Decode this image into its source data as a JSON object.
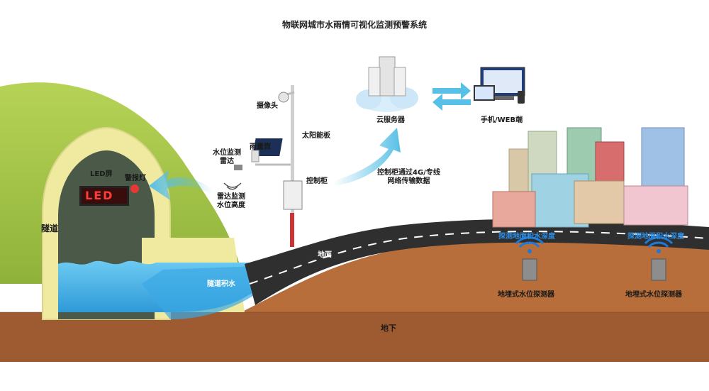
{
  "title": "物联网城市水雨情可视化监测预警系统",
  "labels": {
    "tunnel": "隧道",
    "led_screen": "LED屏",
    "led_text": "LED",
    "alarm_light": "警报灯",
    "camera": "摄像头",
    "rain_gauge": "雨量筒",
    "solar_panel": "太阳能板",
    "water_level_radar": "水位监测\n雷达",
    "radar_water_level": "雷达监测\n水位高度",
    "control_cabinet": "控制柜",
    "cabinet_transfer": "控制柜通过4G/专线\n网络传输数据",
    "cloud_server": "云服务器",
    "client": "手机/WEB端",
    "ground_surface": "地面",
    "tunnel_water": "隧道积水",
    "underground": "地下",
    "detect_depth_1": "探测地面积水深度",
    "detect_depth_2": "探测地面积水深度",
    "detector_1": "地埋式水位探测器",
    "detector_2": "地埋式水位探测器"
  },
  "colors": {
    "hill": "#a8c94a",
    "tunnel_arch": "#efeaa0",
    "tunnel_inside": "#4b5a48",
    "water": "#48b4ea",
    "road": "#2f2f2f",
    "ground": "#b76e3a",
    "deep_ground": "#8a4b2a",
    "arrow": "#58bfe6",
    "wifi": "#1e78d8"
  }
}
